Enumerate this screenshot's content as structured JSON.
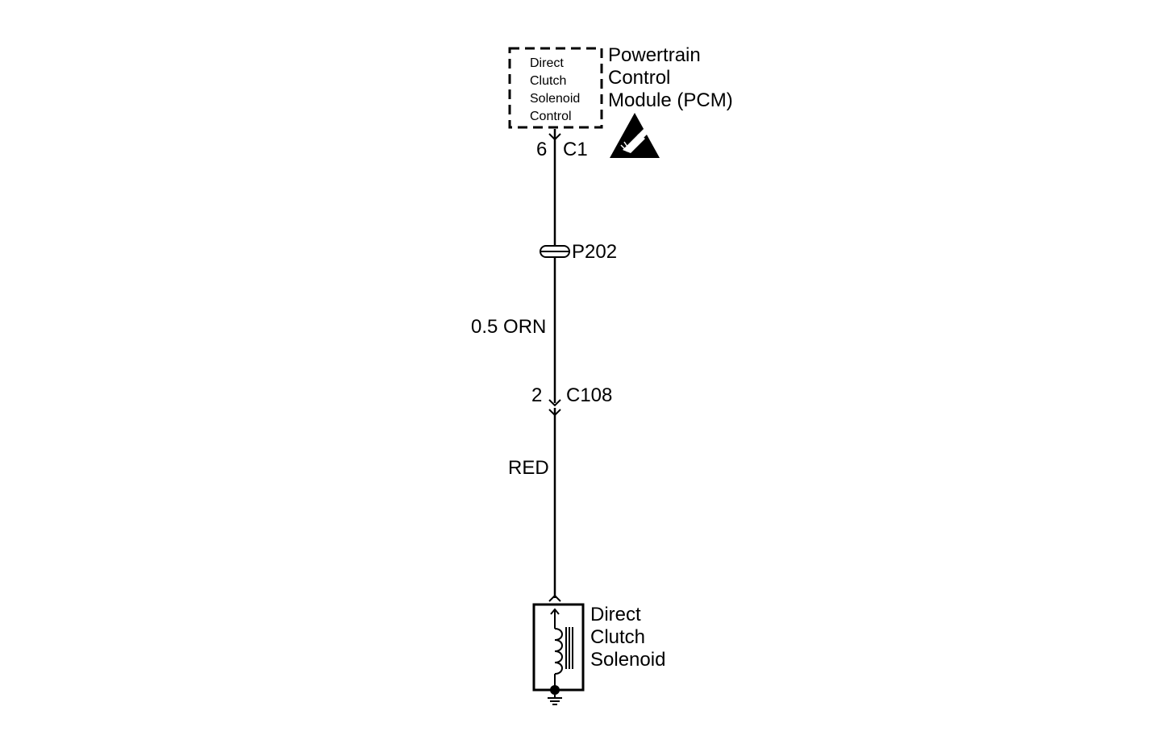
{
  "pcm": {
    "inner_lines": [
      "Direct",
      "Clutch",
      "Solenoid",
      "Control"
    ],
    "title_lines": [
      "Powertrain",
      "Control",
      "Module (PCM)"
    ],
    "pin": "6",
    "connector": "C1"
  },
  "passthrough": {
    "label": "P202"
  },
  "wire_upper": {
    "label": "0.5 ORN"
  },
  "connector_c108": {
    "pin": "2",
    "label": "C108"
  },
  "wire_lower": {
    "label": "RED"
  },
  "solenoid": {
    "title_lines": [
      "Direct",
      "Clutch",
      "Solenoid"
    ]
  },
  "icons": {
    "esd": "esd-warning-icon",
    "ground": "ground-icon"
  }
}
